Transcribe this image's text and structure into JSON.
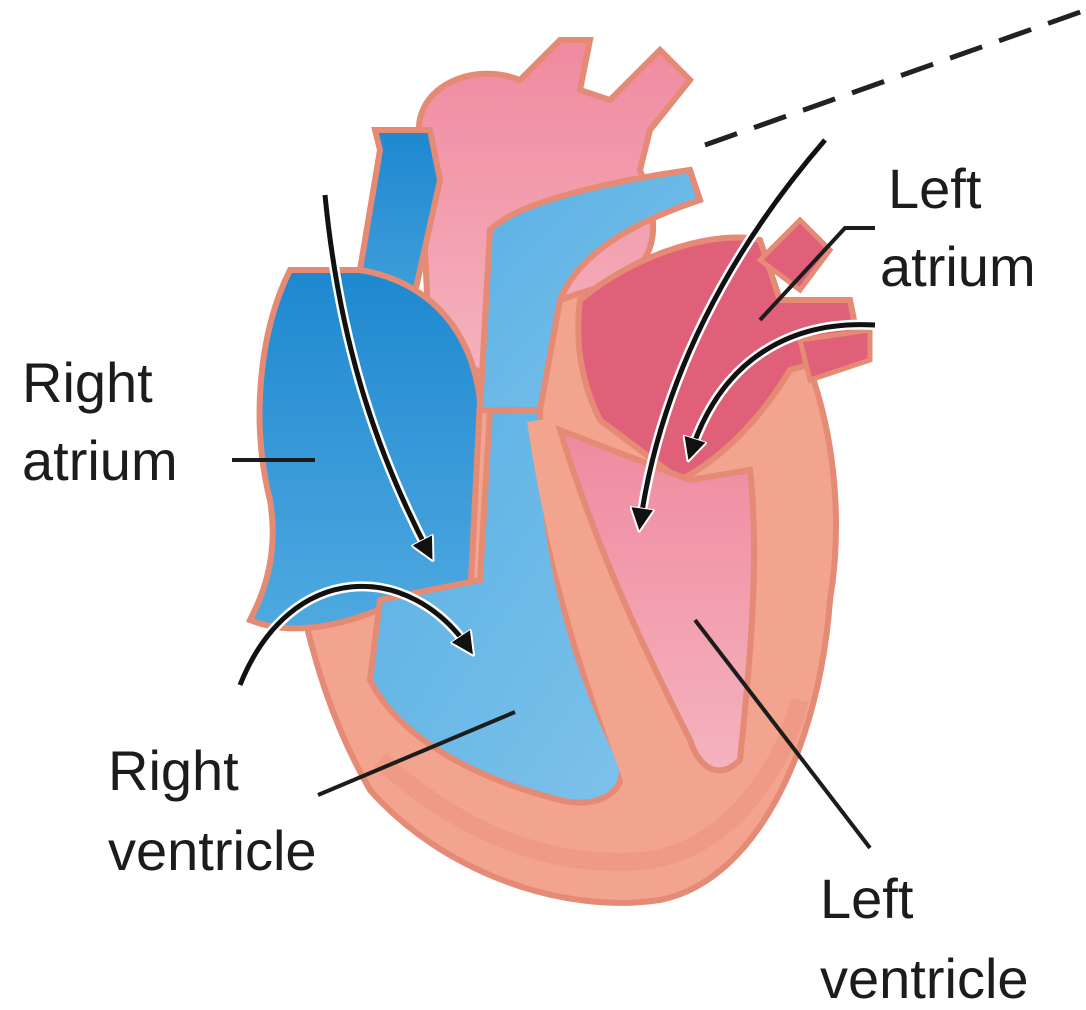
{
  "labels": {
    "right_atrium": [
      "Right",
      "atrium"
    ],
    "right_ventricle": [
      "Right",
      "ventricle"
    ],
    "left_atrium": [
      "Left",
      "atrium"
    ],
    "left_ventricle": [
      "Left",
      "ventricle"
    ]
  },
  "colors": {
    "deoxygenated_blood": "#2a8fd0",
    "oxygenated_blood": "#e2667e",
    "heart_muscle": "#f0a08a",
    "arrow": "#111111",
    "text": "#1c1c1c"
  }
}
